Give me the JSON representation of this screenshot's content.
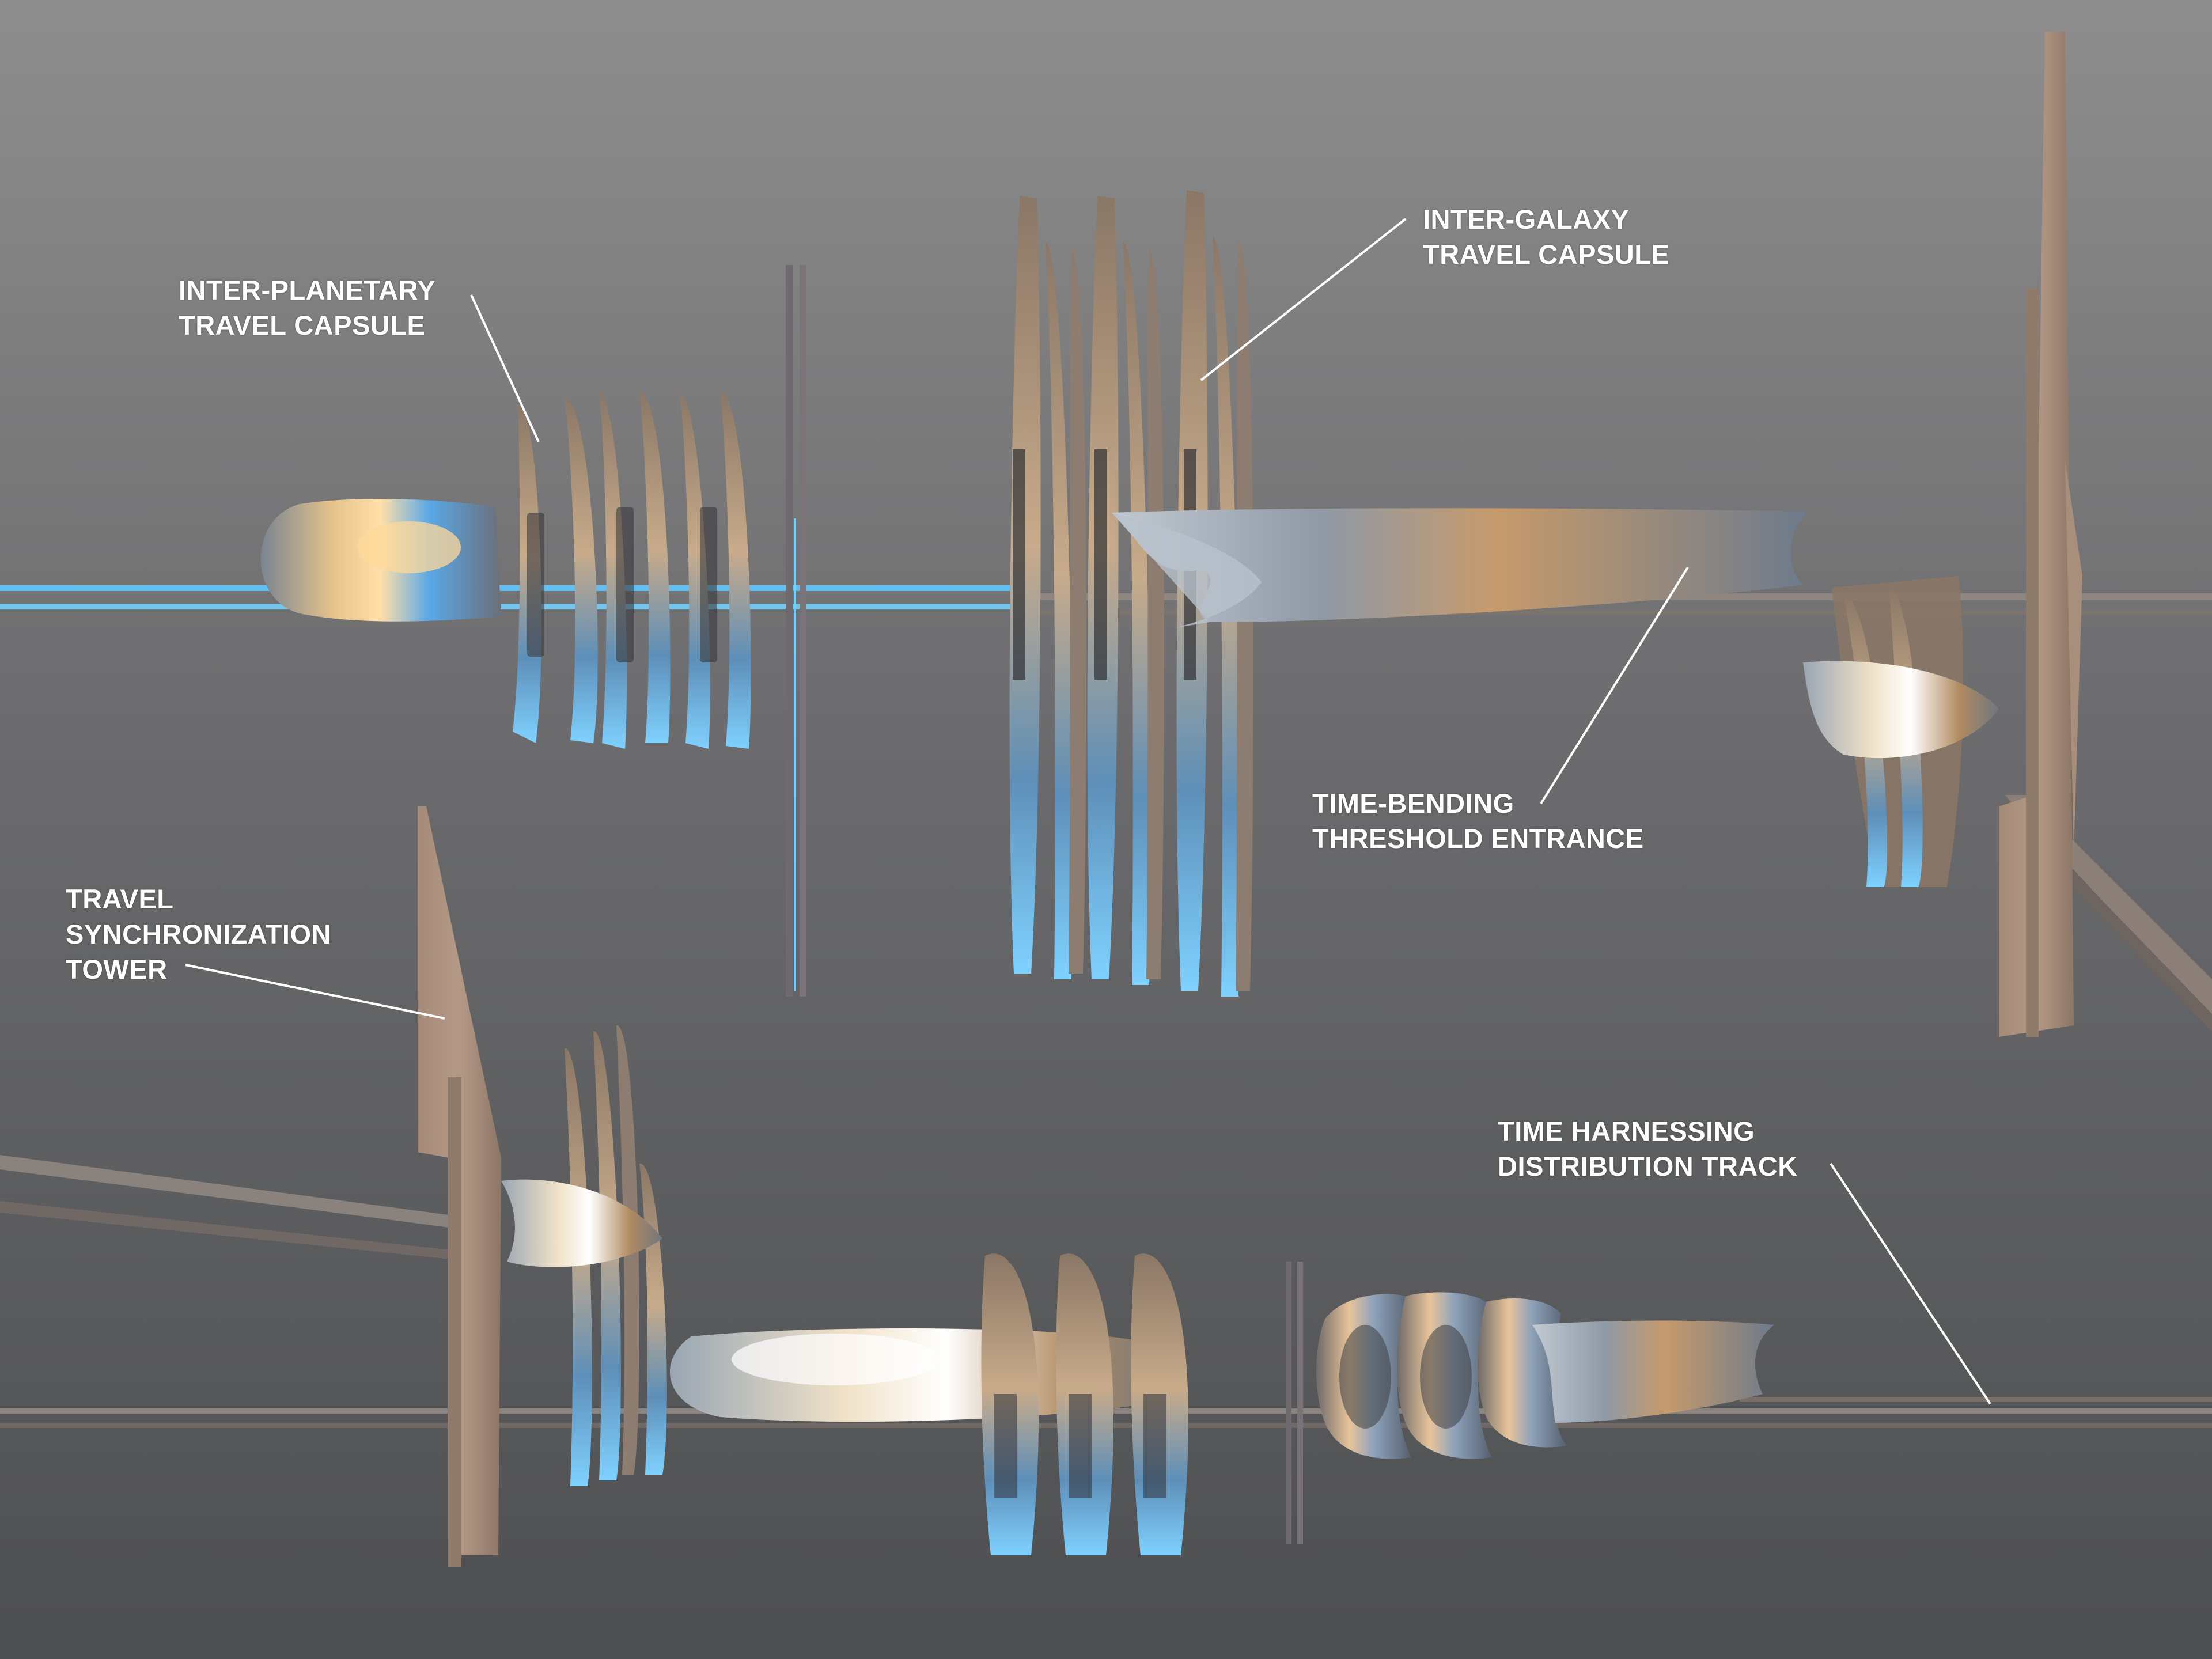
{
  "labels": {
    "inter_planetary": {
      "line1": "INTER-PLANETARY",
      "line2": "TRAVEL CAPSULE"
    },
    "inter_galaxy": {
      "line1": "INTER-GALAXY",
      "line2": "TRAVEL CAPSULE"
    },
    "time_bending": {
      "line1": "TIME-BENDING",
      "line2": "THRESHOLD ENTRANCE"
    },
    "sync_tower": {
      "line1": "TRAVEL",
      "line2": "SYNCHRONIZATION",
      "line3": "TOWER"
    },
    "time_harnessing": {
      "line1": "TIME HARNESSING",
      "line2": "DISTRIBUTION TRACK"
    }
  },
  "colors": {
    "background_top": "#8e8e8e",
    "background_bottom": "#4e4f51",
    "label_text": "#ffffff",
    "leader_line": "#ffffff",
    "rail_glow": "#5fc8ff",
    "metal_warm": "#c9a27a",
    "metal_cool": "#6fb6e6"
  }
}
